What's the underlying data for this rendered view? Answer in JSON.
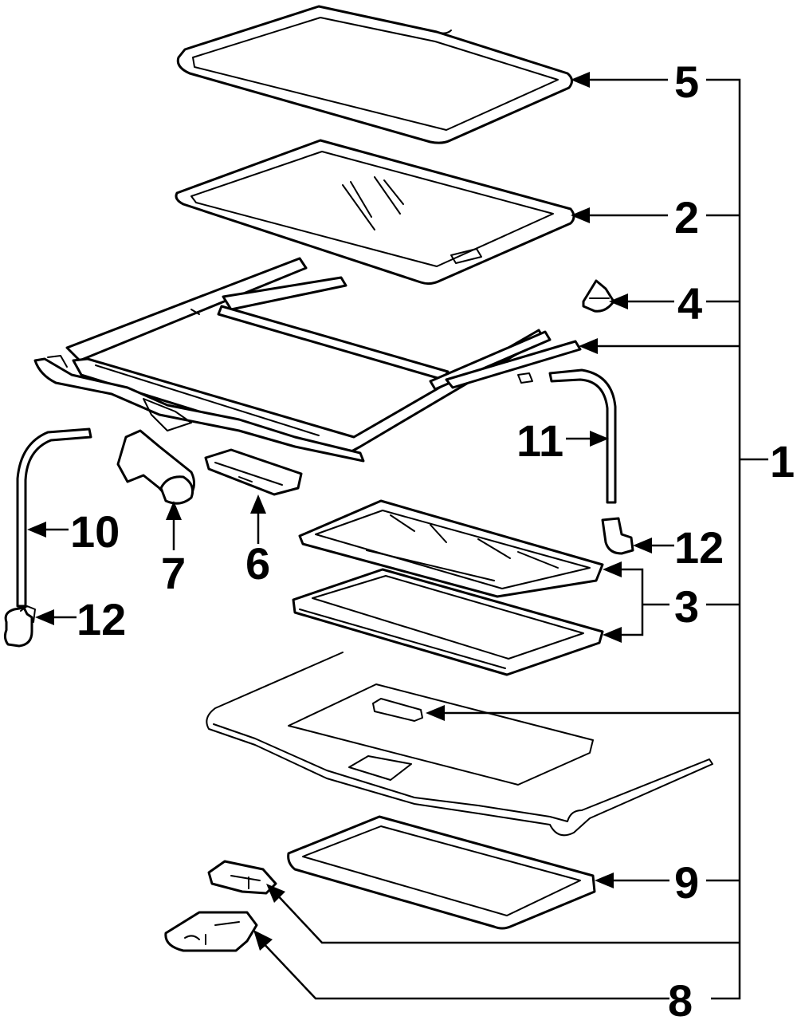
{
  "callouts": [
    {
      "id": "1",
      "label": "1"
    },
    {
      "id": "2",
      "label": "2"
    },
    {
      "id": "3",
      "label": "3"
    },
    {
      "id": "4",
      "label": "4"
    },
    {
      "id": "5",
      "label": "5"
    },
    {
      "id": "6",
      "label": "6"
    },
    {
      "id": "7",
      "label": "7"
    },
    {
      "id": "8",
      "label": "8"
    },
    {
      "id": "9",
      "label": "9"
    },
    {
      "id": "10",
      "label": "10"
    },
    {
      "id": "11",
      "label": "11"
    },
    {
      "id": "12a",
      "label": "12"
    },
    {
      "id": "12b",
      "label": "12"
    }
  ],
  "colors": {
    "ink": "#000000",
    "paper": "#ffffff"
  }
}
